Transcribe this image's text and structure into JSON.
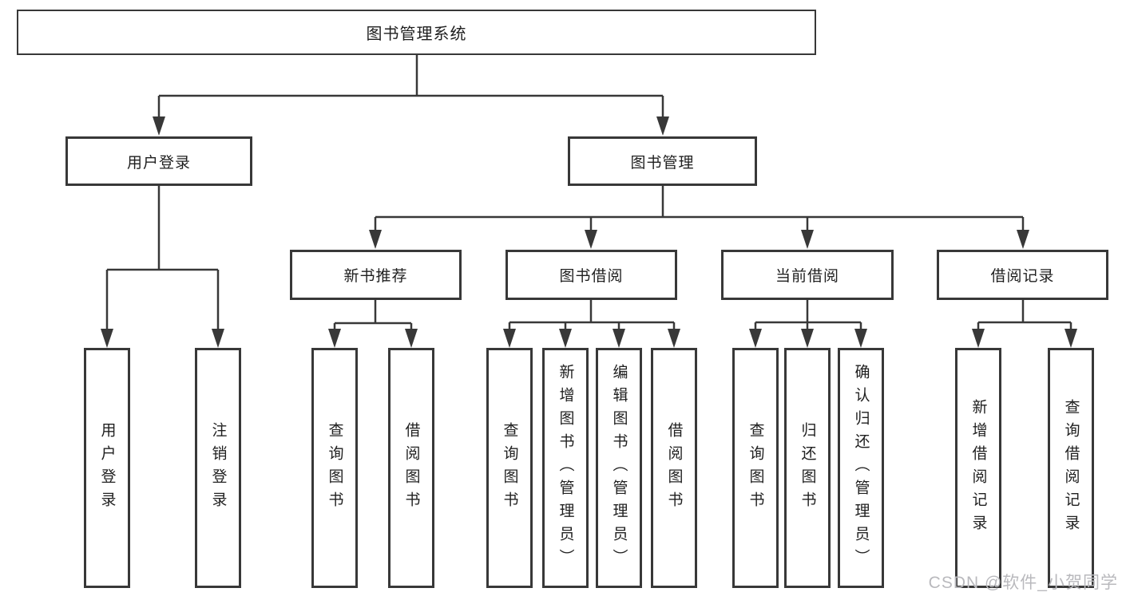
{
  "diagram": {
    "root": {
      "label": "图书管理系统"
    },
    "user_branch": {
      "label": "用户登录",
      "children": [
        {
          "label": "用户登录"
        },
        {
          "label": "注销登录"
        }
      ]
    },
    "book_branch": {
      "label": "图书管理",
      "groups": [
        {
          "label": "新书推荐",
          "children": [
            {
              "label": "查询图书"
            },
            {
              "label": "借阅图书"
            }
          ]
        },
        {
          "label": "图书借阅",
          "children": [
            {
              "label": "查询图书"
            },
            {
              "label": "新增图书（管理员）"
            },
            {
              "label": "编辑图书（管理员）"
            },
            {
              "label": "借阅图书"
            }
          ]
        },
        {
          "label": "当前借阅",
          "children": [
            {
              "label": "查询图书"
            },
            {
              "label": "归还图书"
            },
            {
              "label": "确认归还（管理员）"
            }
          ]
        },
        {
          "label": "借阅记录",
          "children": [
            {
              "label": "新增借阅记录"
            },
            {
              "label": "查询借阅记录"
            }
          ]
        }
      ]
    }
  },
  "watermark": {
    "text": "CSDN @软件_小贺同学"
  },
  "colors": {
    "line": "#383838",
    "border": "#383838",
    "text": "#1f1f1f",
    "background": "#ffffff",
    "watermark": "#b9b9bd"
  }
}
